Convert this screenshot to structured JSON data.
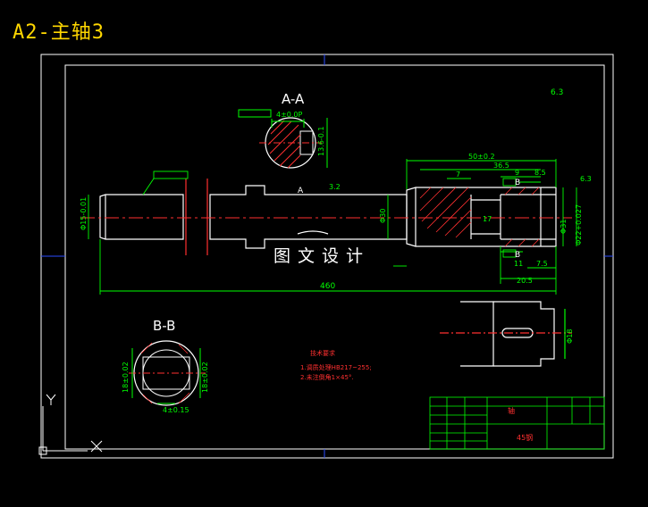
{
  "title": "A2-主轴3",
  "watermark": "图文设计",
  "section_aa": {
    "label": "A-A",
    "key_dim": "4±0.0P",
    "depth_dim": "13.6-0.1"
  },
  "section_bb": {
    "label": "B-B",
    "left_dim": "18±0.02",
    "right_dim": "18±0.02",
    "bottom_dim": "4±0.15"
  },
  "main_view": {
    "overall_length": "460",
    "left_dia": "Φ15-0.01",
    "mid_dia": "Φ30",
    "dim_50": "50±0.2",
    "dim_365": "36.5",
    "dim_7": "7",
    "dim_9": "9",
    "dim_85": "8.5",
    "dim_11": "11",
    "dim_75": "7.5",
    "dim_205": "20.5",
    "dim_17": "17",
    "dia_31": "Φ31",
    "dia_22": "Φ22+0.027",
    "ra_32": "3.2",
    "ra_63": "6.3",
    "section_a": "A",
    "section_b": "B",
    "corner_ra": "6.3"
  },
  "detail_dia": "Φ18",
  "tech_req": {
    "heading": "技术要求",
    "line1": "1.调质处理HB217~255;",
    "line2": "2.未注倒角1×45°."
  },
  "title_block": {
    "material": "45钢",
    "part": "轴"
  },
  "colors": {
    "green": "#00ff00",
    "white": "#ffffff",
    "red": "#ff2020",
    "yellow": "#ffd700",
    "cyan": "#00ffff",
    "blue": "#2020ff"
  }
}
